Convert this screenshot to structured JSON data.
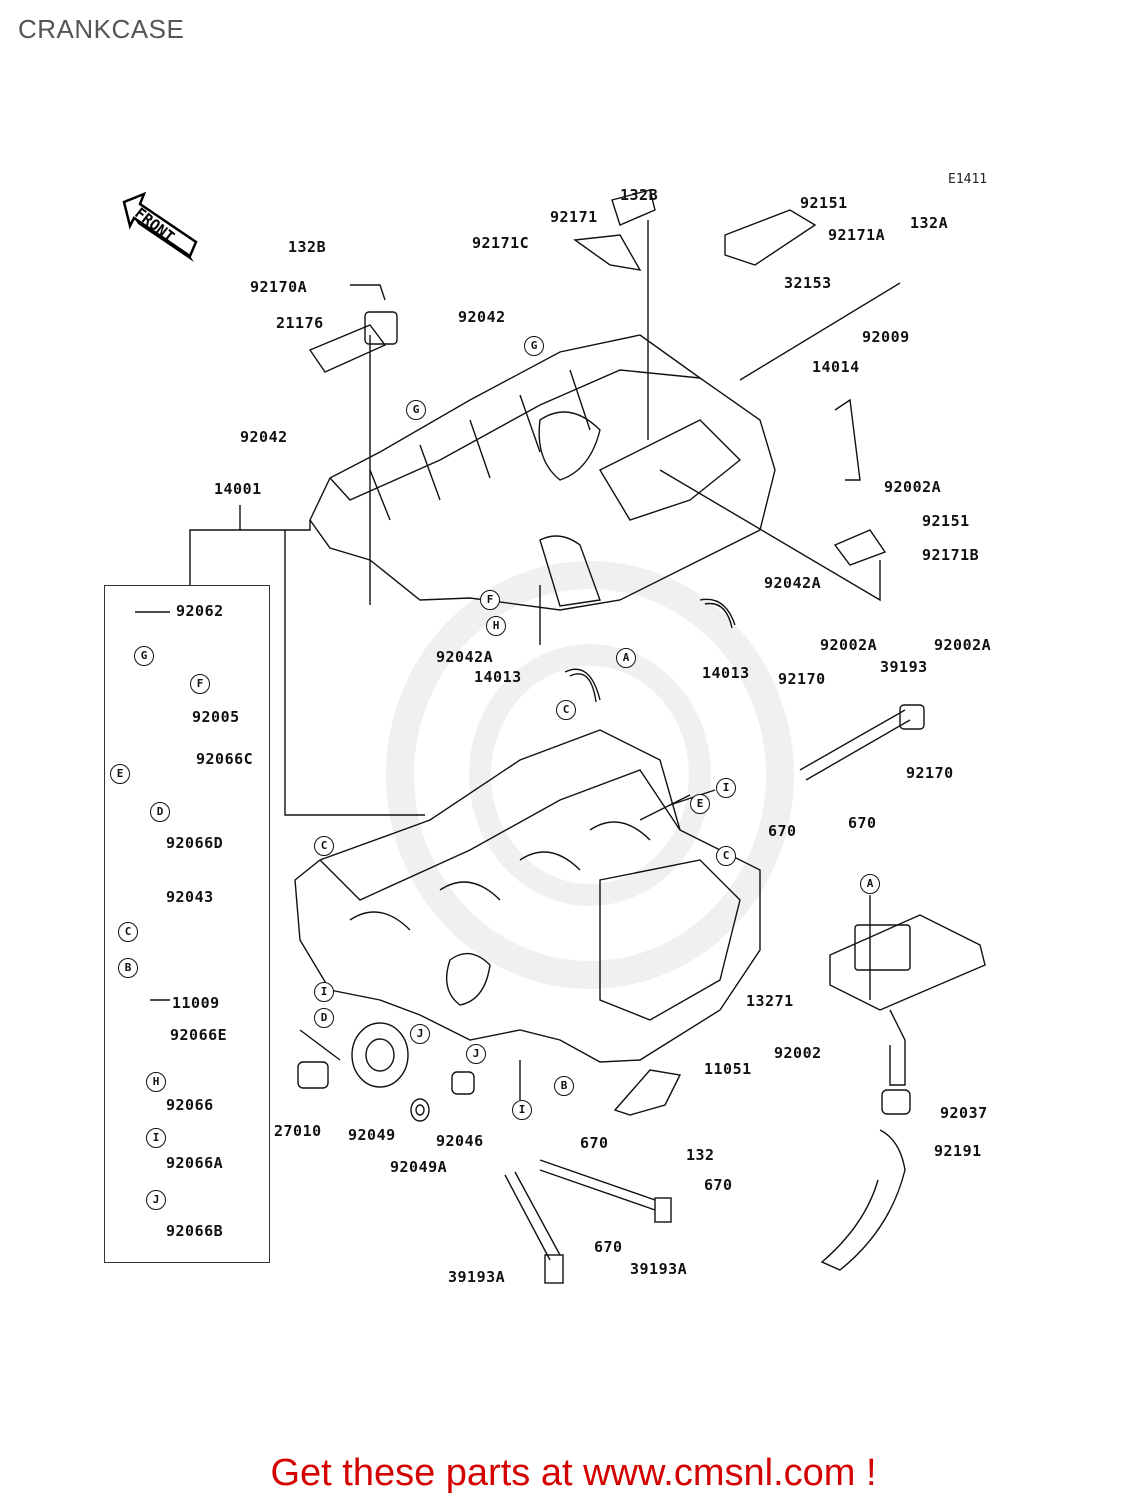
{
  "title": "CRANKCASE",
  "diagram_code": "E1411",
  "front_label": "FRONT",
  "footer": "Get these parts at www.cmsnl.com !",
  "part_labels": [
    {
      "key": "p132B_top",
      "text": "132B"
    },
    {
      "key": "p92171",
      "text": "92171"
    },
    {
      "key": "p92171C",
      "text": "92171C"
    },
    {
      "key": "p92151_top",
      "text": "92151"
    },
    {
      "key": "p92171A",
      "text": "92171A"
    },
    {
      "key": "p132A",
      "text": "132A"
    },
    {
      "key": "p132B_left",
      "text": "132B"
    },
    {
      "key": "p92170A",
      "text": "92170A"
    },
    {
      "key": "p21176",
      "text": "21176"
    },
    {
      "key": "p92042_top",
      "text": "92042"
    },
    {
      "key": "p32153",
      "text": "32153"
    },
    {
      "key": "p92009",
      "text": "92009"
    },
    {
      "key": "p14014",
      "text": "14014"
    },
    {
      "key": "p92042_left",
      "text": "92042"
    },
    {
      "key": "p92002A_r1",
      "text": "92002A"
    },
    {
      "key": "p14001",
      "text": "14001"
    },
    {
      "key": "p92151_mid",
      "text": "92151"
    },
    {
      "key": "p92171B",
      "text": "92171B"
    },
    {
      "key": "p92042A_r",
      "text": "92042A"
    },
    {
      "key": "p92062",
      "text": "92062"
    },
    {
      "key": "p92042A_c",
      "text": "92042A"
    },
    {
      "key": "p14013_r",
      "text": "14013"
    },
    {
      "key": "p14013_l",
      "text": "14013"
    },
    {
      "key": "p92002A_r2",
      "text": "92002A"
    },
    {
      "key": "p92002A_r3",
      "text": "92002A"
    },
    {
      "key": "p92170_r",
      "text": "92170"
    },
    {
      "key": "p39193",
      "text": "39193"
    },
    {
      "key": "p92005",
      "text": "92005"
    },
    {
      "key": "p92066C",
      "text": "92066C"
    },
    {
      "key": "p92170_r2",
      "text": "92170"
    },
    {
      "key": "p670_a",
      "text": "670"
    },
    {
      "key": "p670_b",
      "text": "670"
    },
    {
      "key": "p92066D",
      "text": "92066D"
    },
    {
      "key": "p92043",
      "text": "92043"
    },
    {
      "key": "p11009",
      "text": "11009"
    },
    {
      "key": "p13271",
      "text": "13271"
    },
    {
      "key": "p92066E",
      "text": "92066E"
    },
    {
      "key": "p92002",
      "text": "92002"
    },
    {
      "key": "p11051",
      "text": "11051"
    },
    {
      "key": "p92066",
      "text": "92066"
    },
    {
      "key": "p92037",
      "text": "92037"
    },
    {
      "key": "p27010",
      "text": "27010"
    },
    {
      "key": "p92049",
      "text": "92049"
    },
    {
      "key": "p92046",
      "text": "92046"
    },
    {
      "key": "p670_c",
      "text": "670"
    },
    {
      "key": "p132",
      "text": "132"
    },
    {
      "key": "p92191",
      "text": "92191"
    },
    {
      "key": "p92049A",
      "text": "92049A"
    },
    {
      "key": "p92066A",
      "text": "92066A"
    },
    {
      "key": "p670_d",
      "text": "670"
    },
    {
      "key": "p92066B",
      "text": "92066B"
    },
    {
      "key": "p670_e",
      "text": "670"
    },
    {
      "key": "p39193A_r",
      "text": "39193A"
    },
    {
      "key": "p39193A_l",
      "text": "39193A"
    }
  ],
  "ref_circles": [
    "G",
    "G",
    "G",
    "F",
    "H",
    "A",
    "F",
    "E",
    "D",
    "C",
    "B",
    "H",
    "I",
    "J",
    "C",
    "I",
    "E",
    "C",
    "C",
    "A",
    "I",
    "D",
    "J",
    "J",
    "B",
    "I"
  ]
}
